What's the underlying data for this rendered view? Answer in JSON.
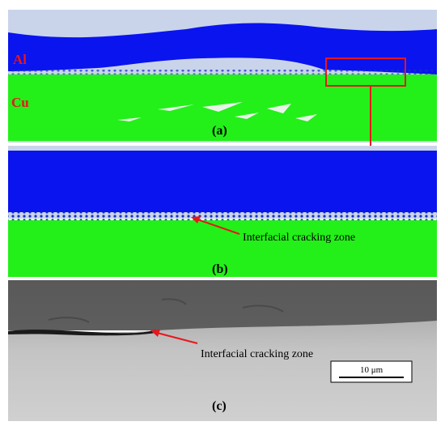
{
  "panels": {
    "a": {
      "label": "(a)",
      "material_top": "Al",
      "material_bottom": "Cu"
    },
    "b": {
      "label": "(b)",
      "annotation": "Interfacial cracking zone"
    },
    "c": {
      "label": "(c)",
      "annotation": "Interfacial cracking zone",
      "scale_bar": "10 μm"
    }
  },
  "colors": {
    "al_phase": "#0a14ee",
    "cu_phase": "#22f018",
    "gap": "#c9d4ea",
    "highlight": "#e8161c"
  }
}
